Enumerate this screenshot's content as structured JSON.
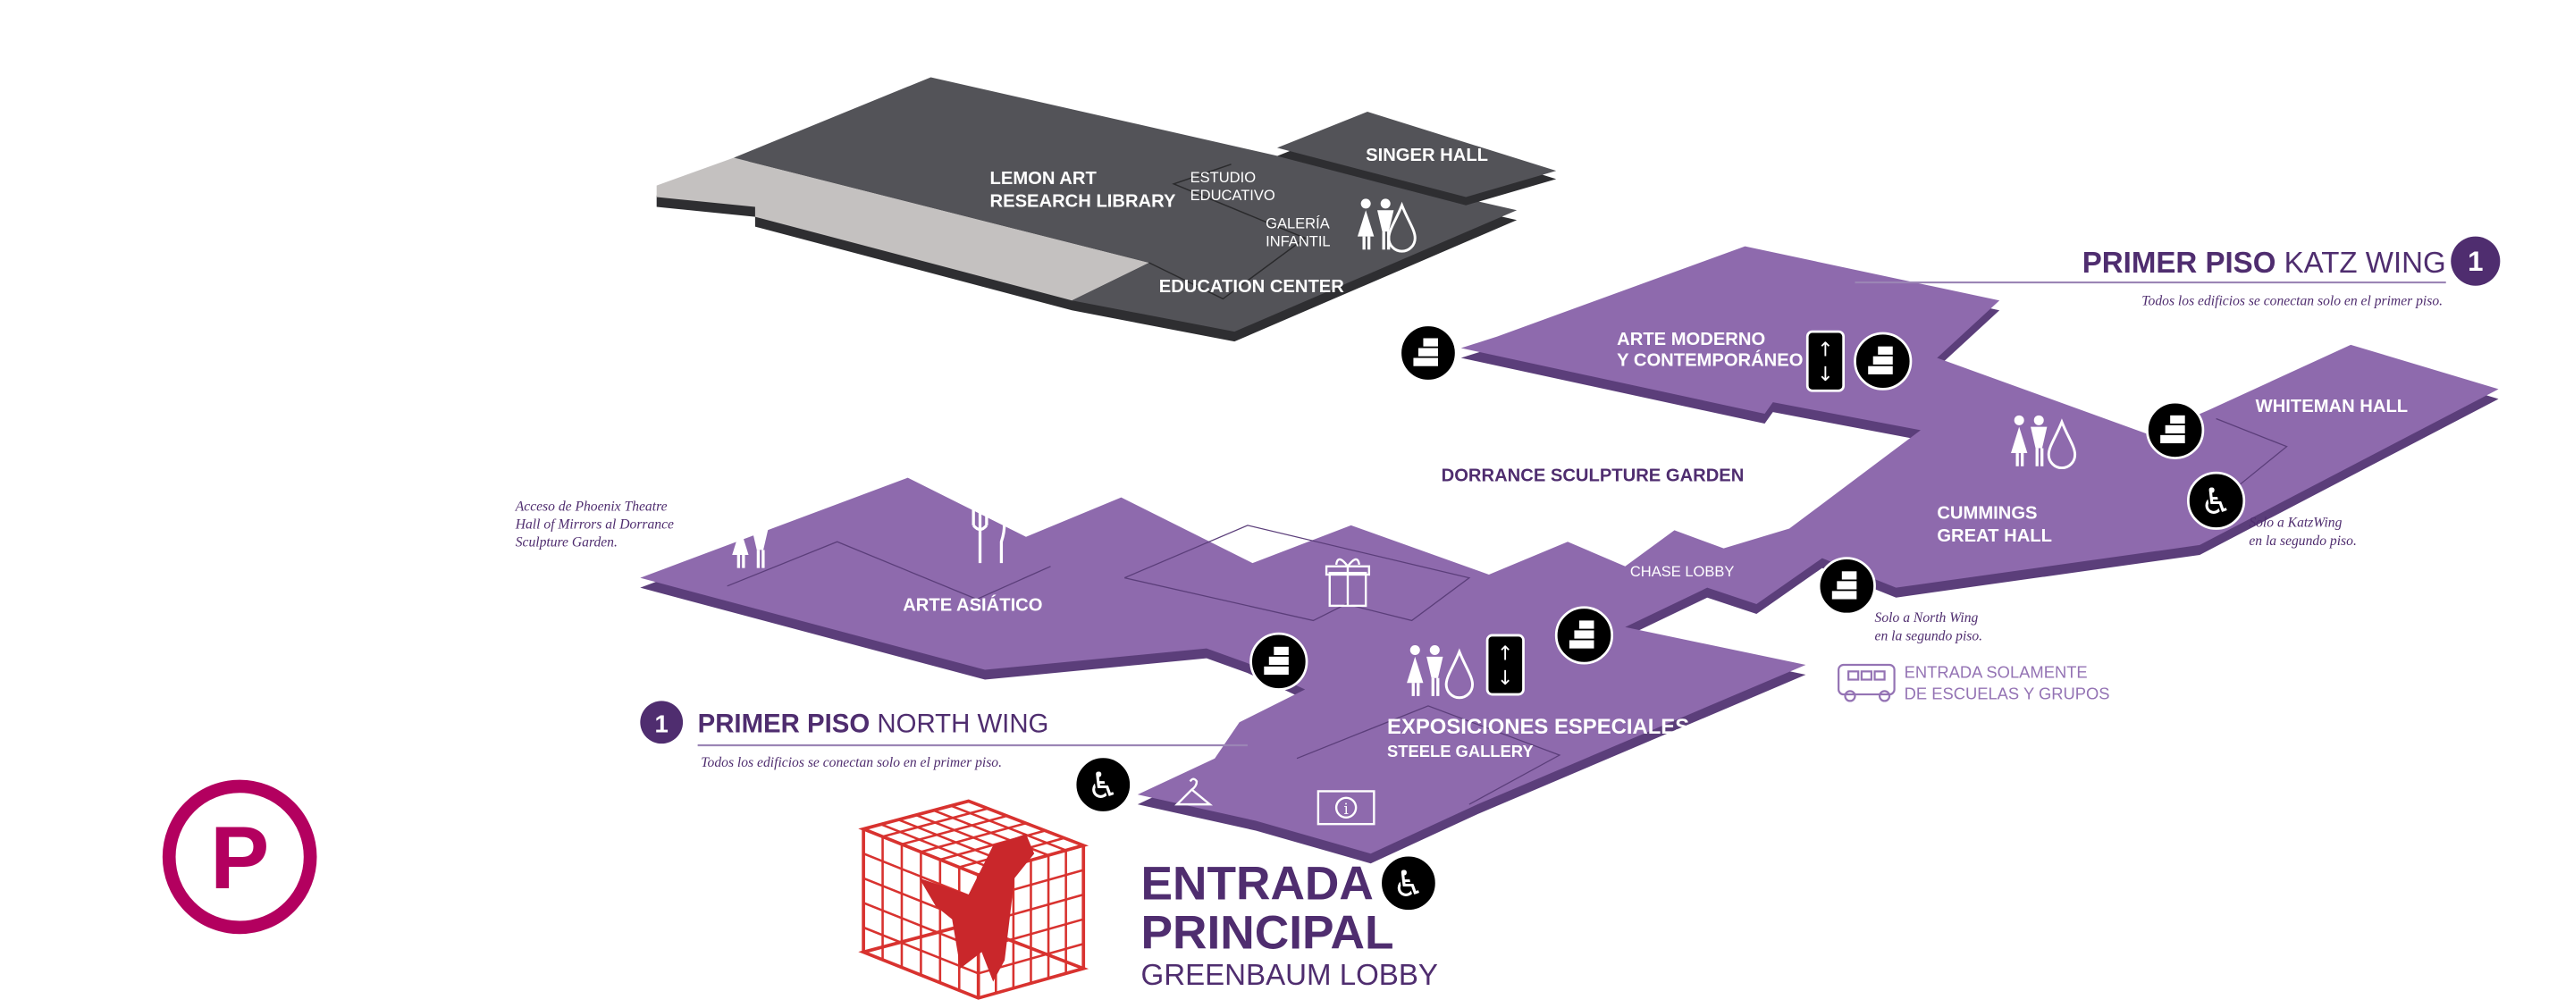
{
  "colors": {
    "purple": "#8e6aad",
    "purple_edge": "#5b3e7a",
    "title": "#4f2d6f",
    "dark": "#535358",
    "dark_edge": "#2e2e31",
    "gray": "#c4c1c0",
    "magenta": "#b3005f",
    "cage": "#d8322f",
    "light_purple": "#9473b4"
  },
  "education": {
    "library_1": "LEMON ART",
    "library_2": "RESEARCH LIBRARY",
    "studio_1": "ESTUDIO",
    "studio_2": "EDUCATIVO",
    "kids_1": "GALERÍA",
    "kids_2": "INFANTIL",
    "center": "EDUCATION CENTER",
    "singer": "SINGER HALL"
  },
  "katz": {
    "number": "1",
    "title_bold": "PRIMER PISO",
    "title_light": " KATZ WING",
    "note": "Todos los edificios se conectan solo en el primer piso.",
    "modern_1": "ARTE MODERNO",
    "modern_2": "Y CONTEMPORÁNEO",
    "whiteman": "WHITEMAN HALL",
    "cummings_1": "CUMMINGS",
    "cummings_2": "GREAT HALL",
    "access_note_1": "Solo a KatzWing",
    "access_note_2": "en la segundo piso."
  },
  "garden": "DORRANCE SCULPTURE GARDEN",
  "chase": "CHASE LOBBY",
  "north_stairs_note_1": "Solo a North Wing",
  "north_stairs_note_2": "en la segundo piso.",
  "groups_1": "ENTRADA SOLAMENTE",
  "groups_2": "DE ESCUELAS Y GRUPOS",
  "phoenix_1": "Acceso de Phoenix Theatre",
  "phoenix_2": "Hall of Mirrors al Dorrance",
  "phoenix_3": "Sculpture Garden.",
  "asian": "ARTE ASIÁTICO",
  "north": {
    "number": "1",
    "title_bold": "PRIMER PISO",
    "title_light": " NORTH WING",
    "note": "Todos los edificios se conectan solo en el primer piso."
  },
  "special_1": "EXPOSICIONES ESPECIALES",
  "special_2": "STEELE GALLERY",
  "entrance_1": "ENTRADA",
  "entrance_2": "PRINCIPAL",
  "entrance_3": "GREENBAUM LOBBY",
  "parking": "P",
  "icons": {
    "stairs": "♦",
    "elevator_up": "↑",
    "elevator_down": "↓",
    "accessible": "♿",
    "info": "i"
  }
}
